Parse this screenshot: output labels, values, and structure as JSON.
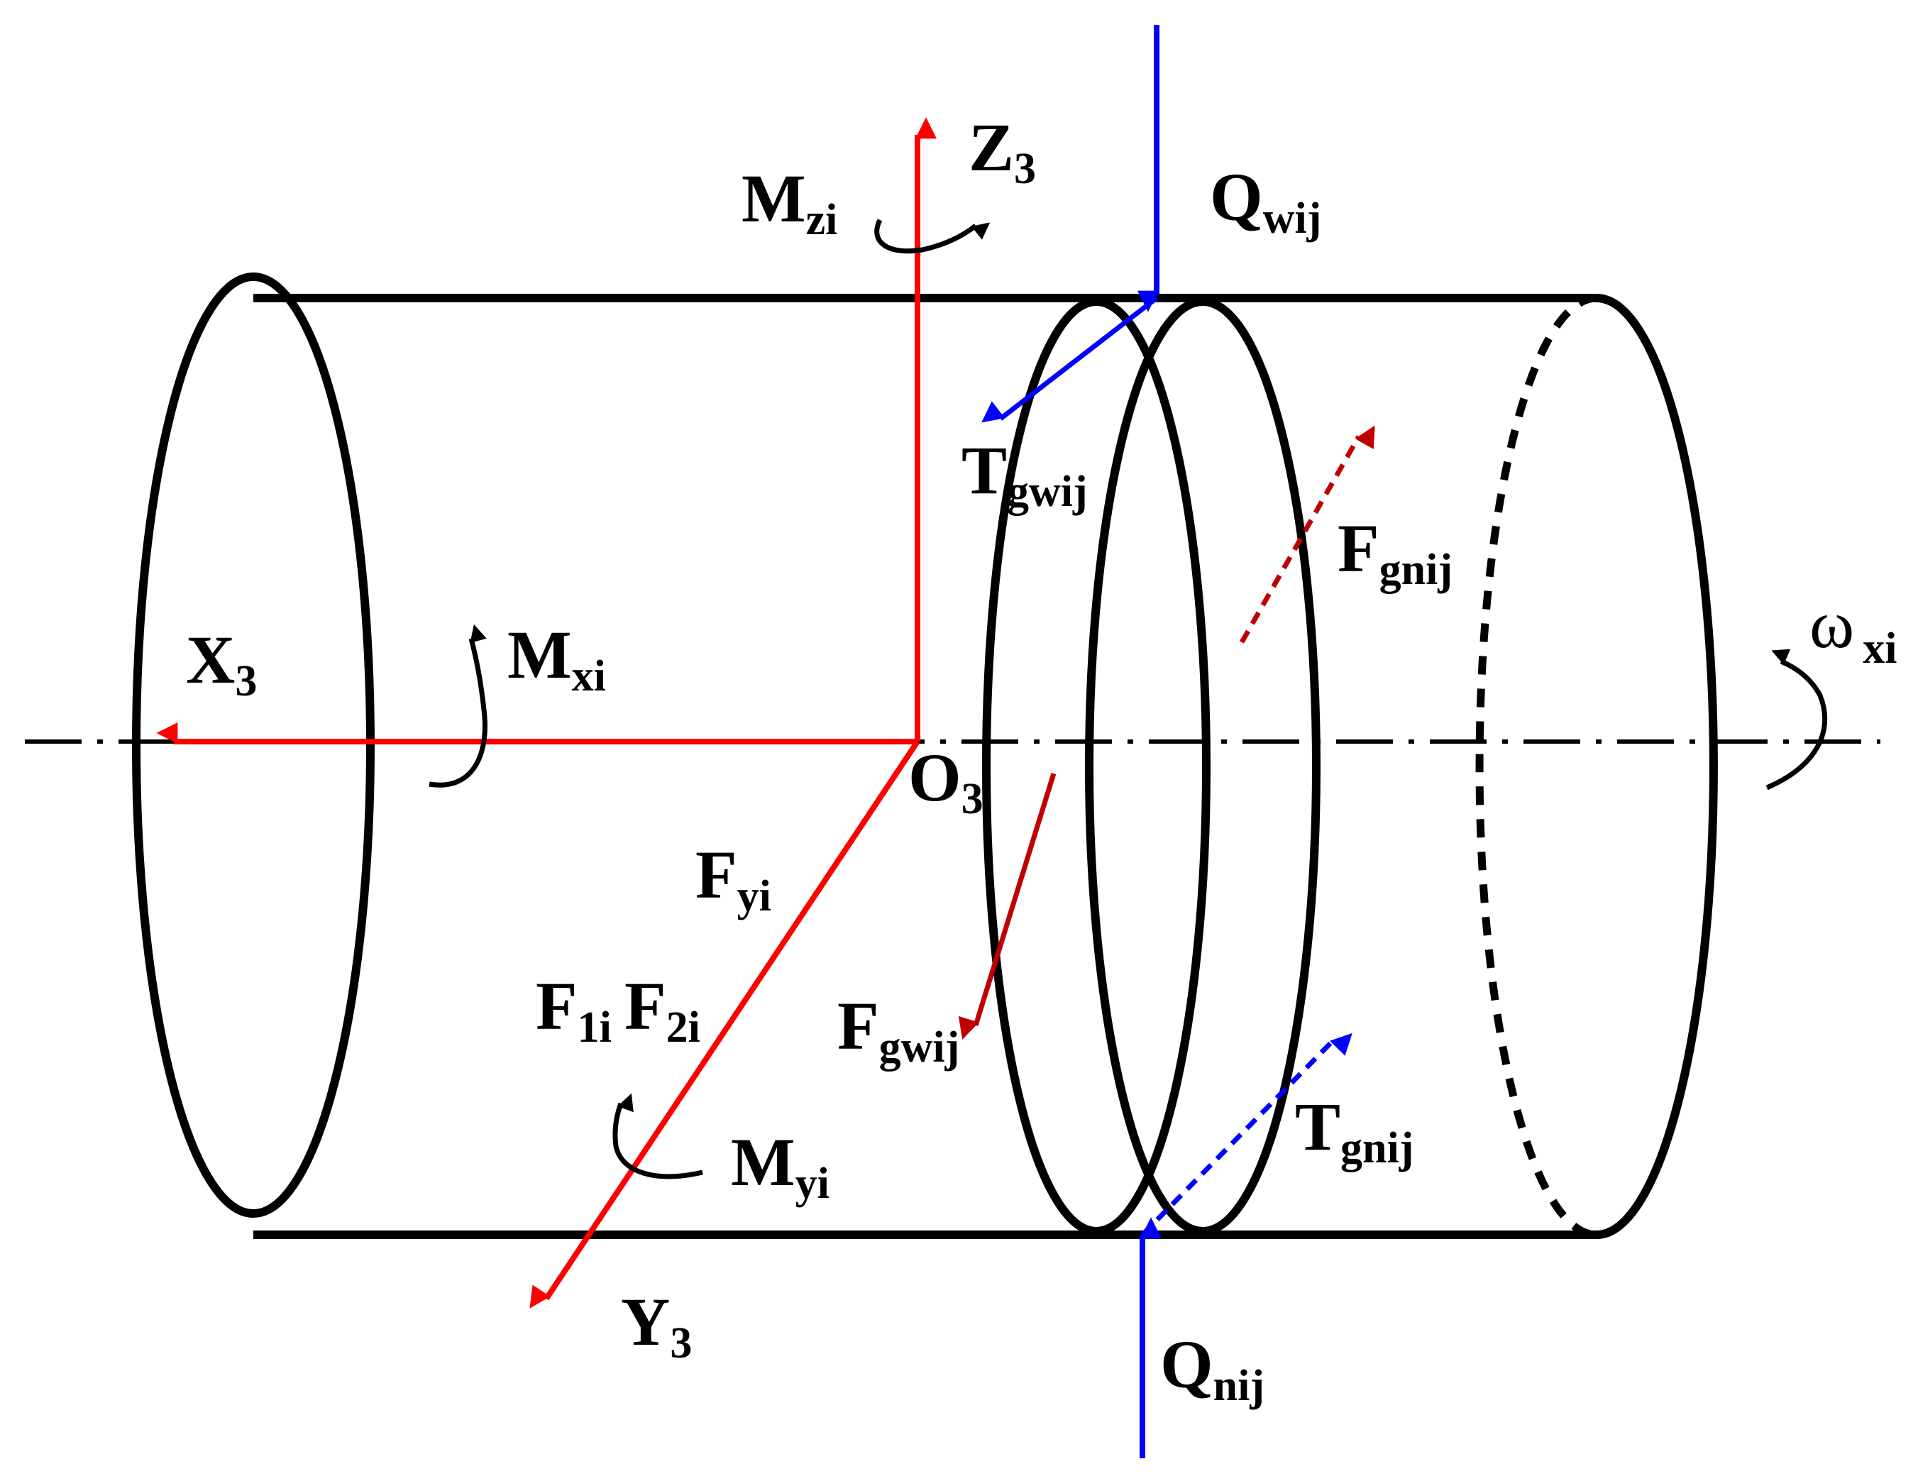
{
  "colors": {
    "outline": "#000000",
    "coordinate_axes": "#ff0000",
    "normal_loads": "#0000ff",
    "friction_forces": "#c00000",
    "background": "#ffffff"
  },
  "labels": {
    "z_axis": {
      "main": "Z",
      "sub": "3"
    },
    "x_axis": {
      "main": "X",
      "sub": "3"
    },
    "y_axis": {
      "main": "Y",
      "sub": "3"
    },
    "origin": {
      "main": "O",
      "sub": "3"
    },
    "moment_z": {
      "main": "M",
      "sub": "zi"
    },
    "moment_x": {
      "main": "M",
      "sub": "xi"
    },
    "moment_y": {
      "main": "M",
      "sub": "yi"
    },
    "outer_normal_load": {
      "main": "Q",
      "sub": "wij"
    },
    "inner_normal_load": {
      "main": "Q",
      "sub": "nij"
    },
    "outer_tangential_force": {
      "main": "T",
      "sub": "gwij"
    },
    "inner_tangential_force": {
      "main": "T",
      "sub": "gnij"
    },
    "inner_friction_force": {
      "main": "F",
      "sub": "gnij"
    },
    "outer_friction_force": {
      "main": "F",
      "sub": "gwij"
    },
    "radial_force": {
      "main": "F",
      "sub": "yi"
    },
    "force_1": {
      "main": "F",
      "sub": "1i"
    },
    "force_2": {
      "main": "F",
      "sub": "2i"
    },
    "angular_velocity": {
      "main": "ω",
      "sub": "xi"
    }
  }
}
